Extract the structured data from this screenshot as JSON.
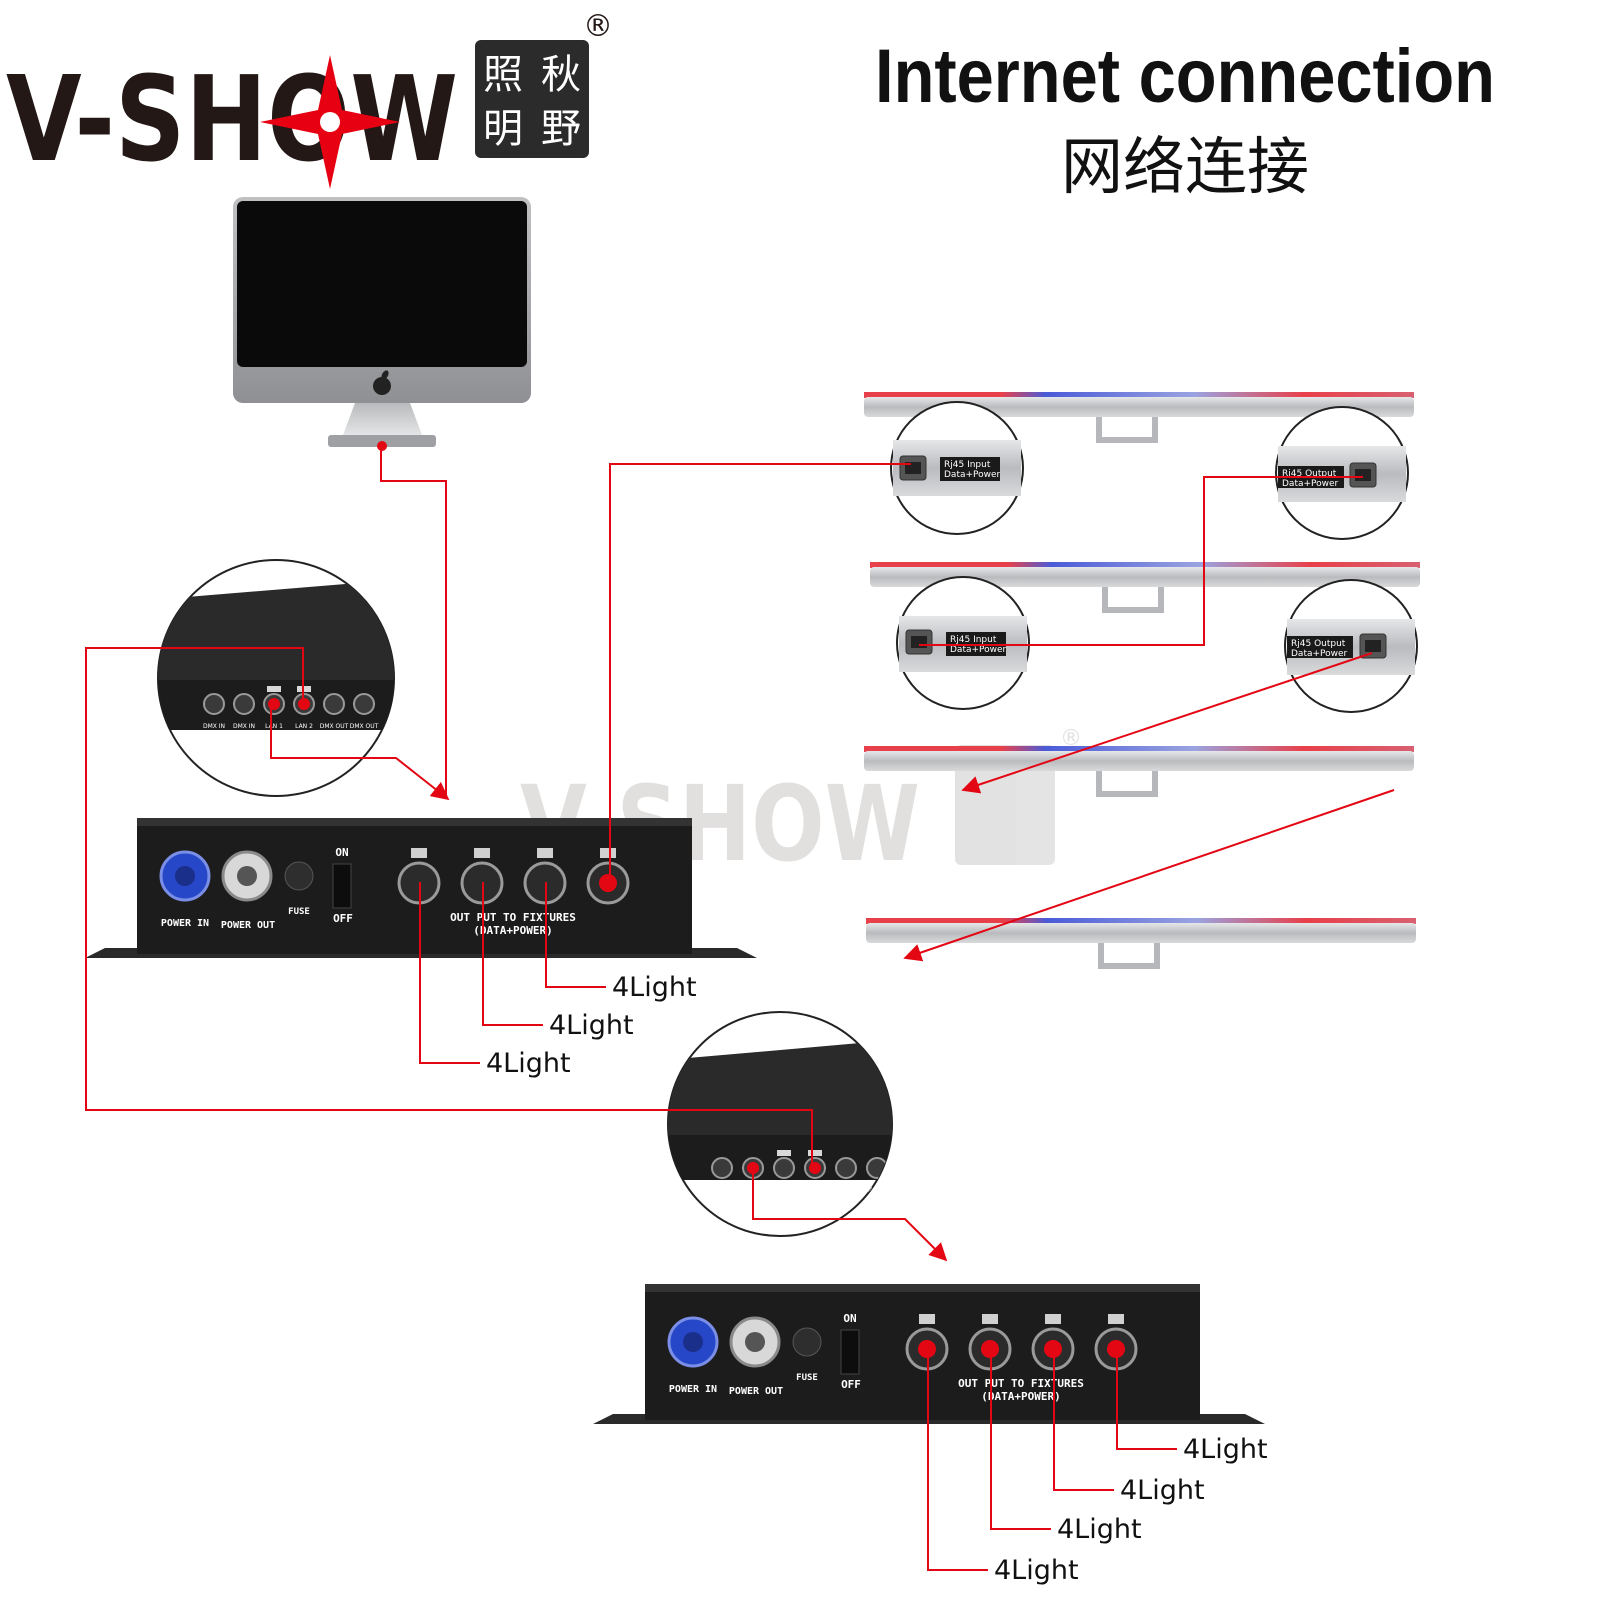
{
  "brand": {
    "logo_text": "V-SHOW",
    "seal_chars": [
      "照",
      "秋",
      "明",
      "野"
    ],
    "registered_mark": "®",
    "colors": {
      "logo": "#231815",
      "star": "#e60012",
      "seal_bg": "#2b2b2b"
    }
  },
  "header": {
    "title_en": "Internet connection",
    "title_cn": "网络连接"
  },
  "computer": {
    "icon": "apple-logo-icon"
  },
  "controller": {
    "power_in": "POWER IN",
    "power_out": "POWER OUT",
    "fuse": "FUSE",
    "switch_on": "ON",
    "switch_off": "OFF",
    "output_line1": "OUT PUT TO FIXTURES",
    "output_line2": "(DATA+POWER)"
  },
  "controller_detail": {
    "ports": [
      "DMX IN",
      "DMX IN",
      "LAN 1",
      "LAN 2",
      "DMX OUT",
      "DMX OUT"
    ]
  },
  "bar_ports": {
    "input_line1": "Rj45 Input",
    "input_line2": "Data+Power",
    "output_line1": "Rj45 Output",
    "output_line2": "Data+Power"
  },
  "outputs_top": [
    "4Light",
    "4Light",
    "4Light"
  ],
  "outputs_bottom": [
    "4Light",
    "4Light",
    "4Light",
    "4Light"
  ],
  "colors": {
    "wire": "#e30613",
    "device": "#1c1c1c",
    "bar": "#c8cacc",
    "bar_glow_red": "#e8404a",
    "bar_glow_blue": "#4a5bd8"
  }
}
